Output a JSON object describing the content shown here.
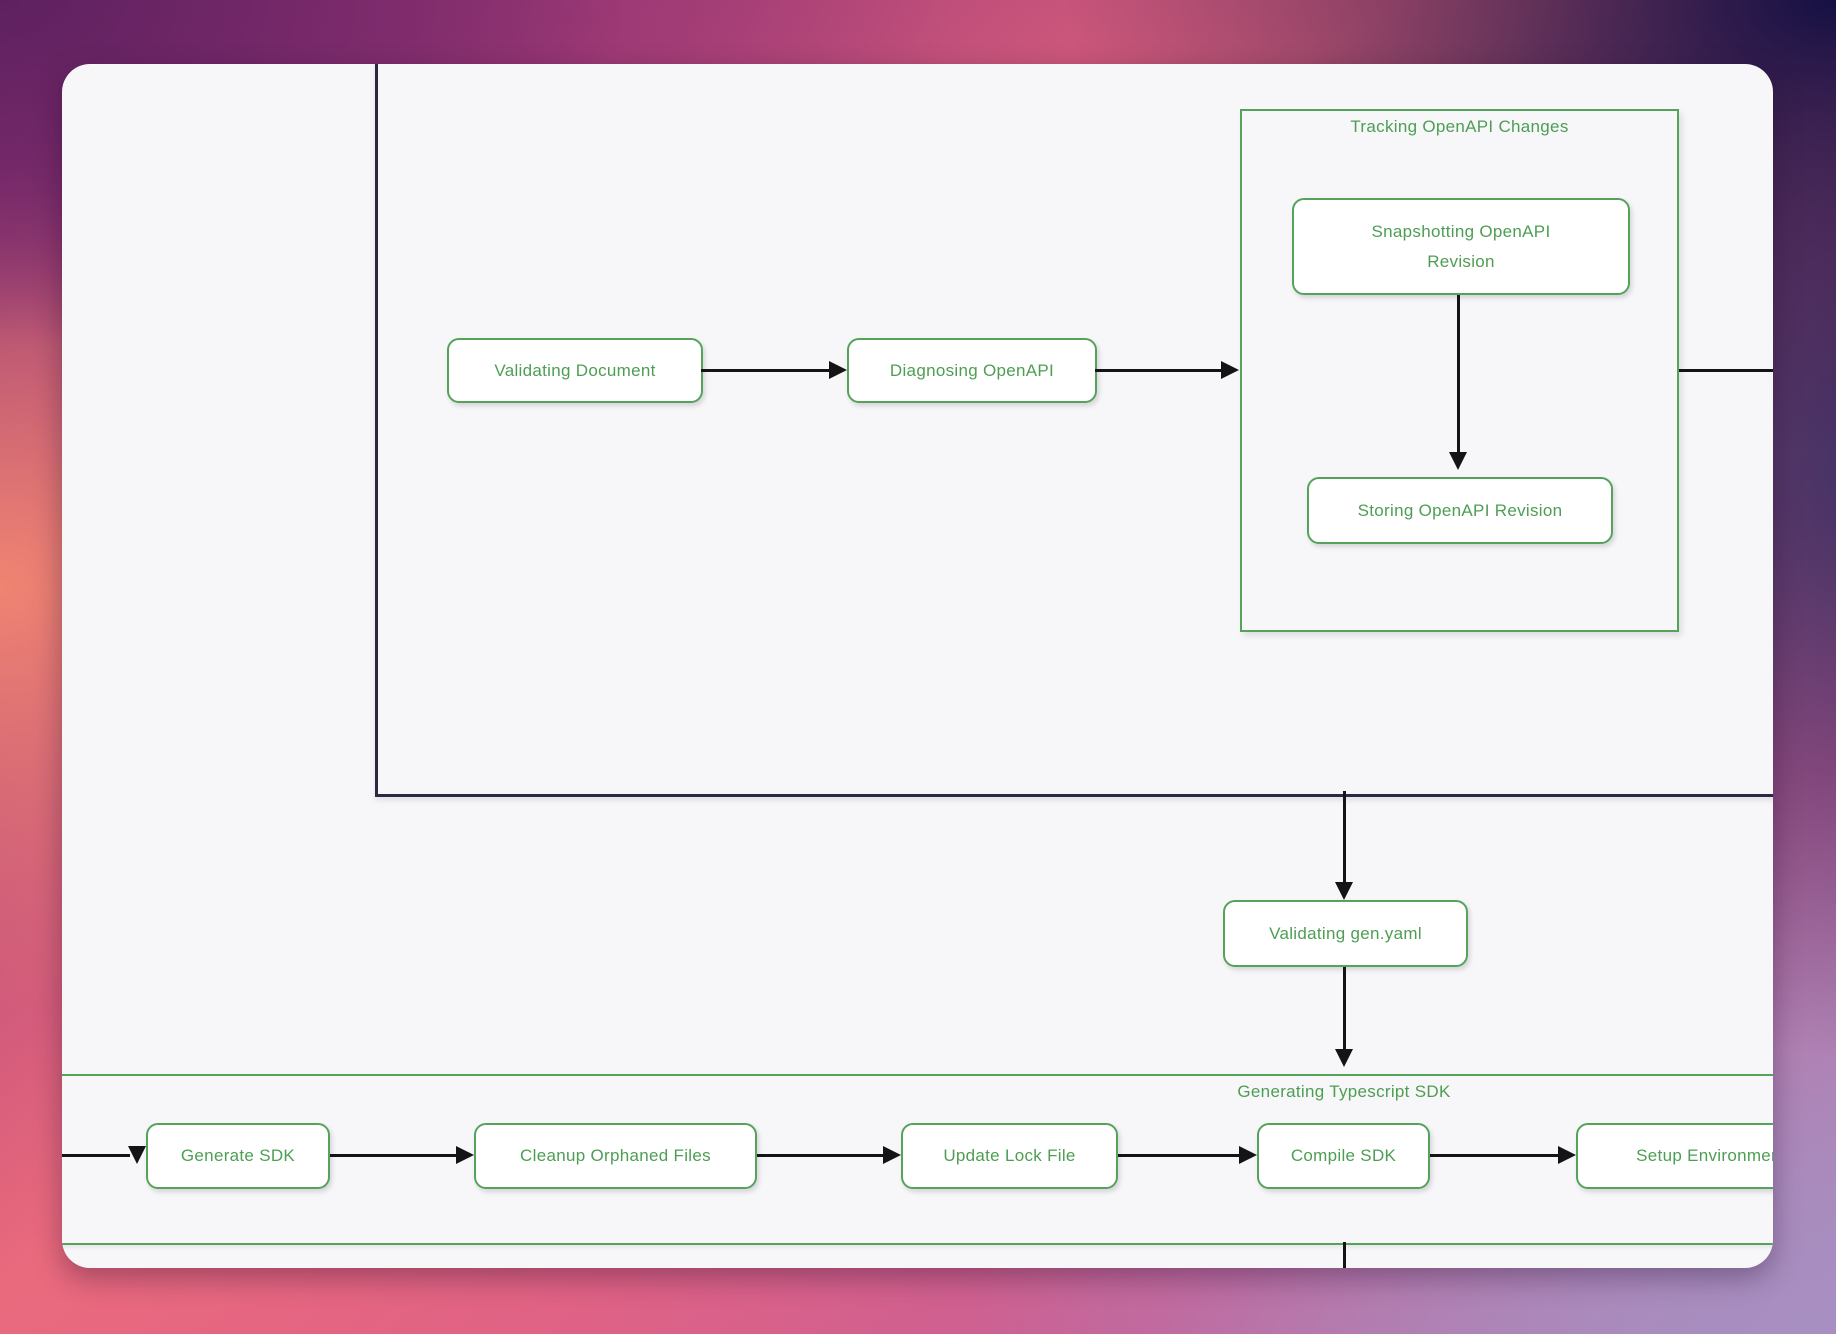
{
  "diagram": {
    "type": "flowchart",
    "nodes": {
      "validating_document": {
        "label": "Validating Document"
      },
      "diagnosing_openapi": {
        "label": "Diagnosing OpenAPI"
      },
      "snapshotting_openapi_revision": {
        "label": "Snapshotting OpenAPI Revision"
      },
      "storing_openapi_revision": {
        "label": "Storing OpenAPI Revision"
      },
      "validating_gen_yaml": {
        "label": "Validating gen.yaml"
      },
      "generate_sdk": {
        "label": "Generate SDK"
      },
      "cleanup_orphaned_files": {
        "label": "Cleanup Orphaned Files"
      },
      "update_lock_file": {
        "label": "Update Lock File"
      },
      "compile_sdk": {
        "label": "Compile SDK"
      },
      "setup_environment": {
        "label": "Setup Environment"
      }
    },
    "containers": {
      "tracking_openapi_changes": {
        "label": "Tracking OpenAPI Changes"
      },
      "generating_typescript_sdk": {
        "label": "Generating Typescript SDK"
      }
    },
    "edges": [
      "Validating Document -> Diagnosing OpenAPI",
      "Diagnosing OpenAPI -> Tracking OpenAPI Changes",
      "Snapshotting OpenAPI Revision -> Storing OpenAPI Revision",
      "Tracking OpenAPI Changes -> (off canvas right)",
      "(outer subgraph) -> Validating gen.yaml",
      "Validating gen.yaml -> Generating Typescript SDK",
      "(off canvas left) -> Generate SDK",
      "Generate SDK -> Cleanup Orphaned Files",
      "Cleanup Orphaned Files -> Update Lock File",
      "Update Lock File -> Compile SDK",
      "Compile SDK -> Setup Environment",
      "Generating Typescript SDK -> (off canvas bottom)"
    ],
    "colors": {
      "accent_green": "#55a35a",
      "text_green": "#4d9e53",
      "node_fill": "#ffffff",
      "canvas_background": "#f7f7f9",
      "outer_subgraph_line": "#2a2a42",
      "edge_black": "#141417",
      "gradient_stops": [
        "#5e2160",
        "#8e2f72",
        "#f08472",
        "#e7557f",
        "#151043",
        "#2e2a5e",
        "#a88fc2",
        "#d9818f"
      ]
    }
  }
}
